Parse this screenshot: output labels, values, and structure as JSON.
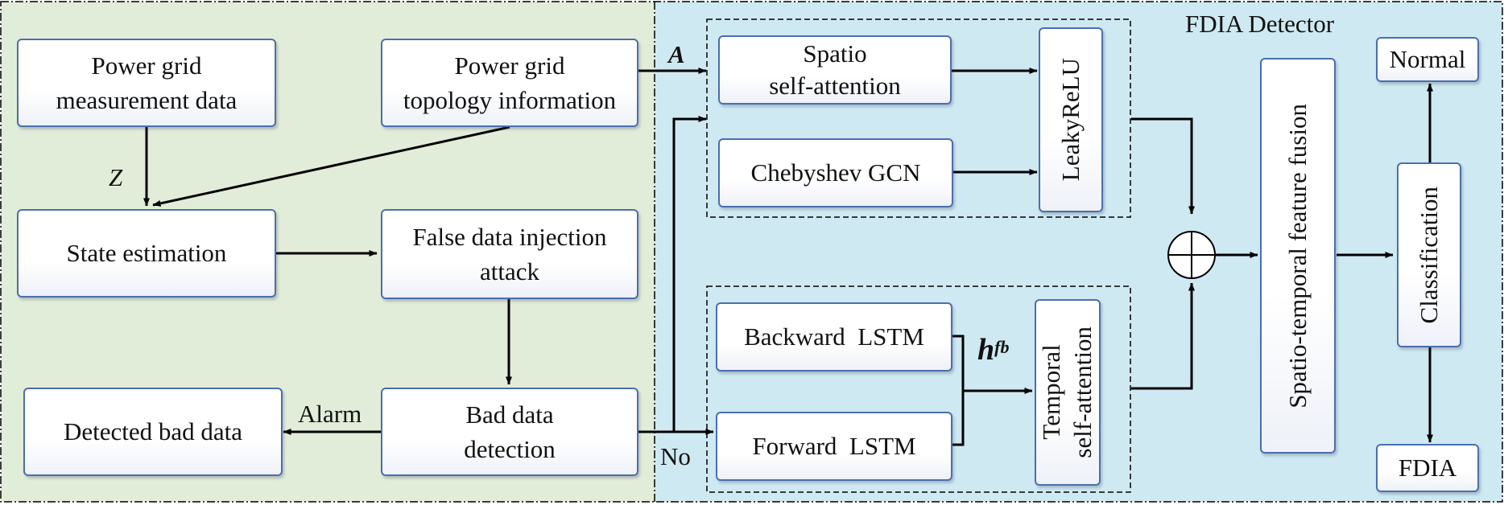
{
  "detector": {
    "title": "FDIA Detector"
  },
  "attack_side": {
    "measurement": {
      "line1": "Power grid",
      "line2": "measurement data"
    },
    "topology": {
      "line1": "Power grid",
      "line2": "topology information"
    },
    "state_estimation": "State estimation",
    "fdia": {
      "line1": "False data injection",
      "line2": "attack"
    },
    "bad_data_detection": {
      "line1": "Bad data",
      "line2": "detection"
    },
    "detected_bad_data": "Detected bad data"
  },
  "spatial_branch": {
    "spatio_attention": {
      "line1": "Spatio",
      "line2": "self-attention"
    },
    "chebyshev": "Chebyshev GCN",
    "leaky_relu": "LeakyReLU"
  },
  "temporal_branch": {
    "backward_lstm": "Backward  LSTM",
    "forward_lstm": "Forward  LSTM",
    "temporal_attention": {
      "line1": "Temporal",
      "line2": "self-attention"
    }
  },
  "fusion": "Spatio-temporal feature fusion",
  "classification": "Classification",
  "outputs": {
    "normal": "Normal",
    "fdia": "FDIA"
  },
  "labels": {
    "Z": "Z",
    "A": "A",
    "alarm": "Alarm",
    "no": "No",
    "h_base": "h",
    "h_sup": "fb"
  },
  "colors": {
    "left_panel": "#e2edd9",
    "right_panel": "#cfe9f2",
    "box_border": "#4a6fae",
    "wire": "#000000"
  }
}
